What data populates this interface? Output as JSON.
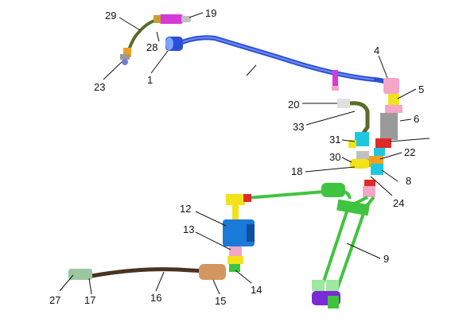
{
  "callouts": {
    "c1": "1",
    "c4": "4",
    "c5": "5",
    "c6": "6",
    "c8": "8",
    "c9": "9",
    "c12": "12",
    "c13": "13",
    "c14": "14",
    "c15": "15",
    "c16": "16",
    "c17": "17",
    "c18": "18",
    "c19": "19",
    "c20": "20",
    "c22": "22",
    "c23": "23",
    "c24": "24",
    "c27": "27",
    "c28": "28",
    "c29": "29",
    "c30": "30",
    "c31": "31",
    "c33": "33"
  },
  "colors": {
    "blue_pipe": "#2b4fd6",
    "green_pipe": "#3fc43f",
    "dark_hose": "#4a3320",
    "olive_line": "#5a6b2a",
    "magenta": "#d63ad6",
    "pink": "#f4a6c8",
    "yellow": "#f2e21a",
    "red": "#e02a2a",
    "cyan": "#1fc8e0",
    "grey": "#9a9a9a",
    "orange": "#f0a020",
    "purple": "#7a2ad6",
    "block_blue": "#1a7ad8"
  }
}
